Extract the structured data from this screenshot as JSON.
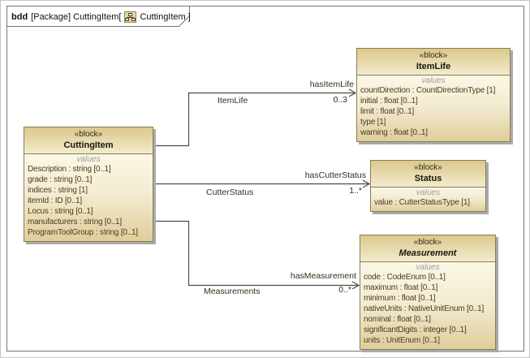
{
  "diagram": {
    "kind": "bdd",
    "header_text": "[Package] CuttingItem[",
    "header_diagram_name": "CuttingItem ]"
  },
  "blocks": {
    "cutting_item": {
      "stereotype": "«block»",
      "name": "CuttingItem",
      "compartment": "values",
      "attributes": [
        "Description : string [0..1]",
        "grade : string [0..1]",
        "indices : string [1]",
        "itemId : ID [0..1]",
        "Locus : string [0..1]",
        "manufacturers : string [0..1]",
        "ProgramToolGroup : string [0..1]"
      ]
    },
    "item_life": {
      "stereotype": "«block»",
      "name": "ItemLife",
      "compartment": "values",
      "attributes": [
        "countDirection : CountDirectionType [1]",
        "initial : float [0..1]",
        "limit : float [0..1]",
        "type [1]",
        "warning : float [0..1]"
      ]
    },
    "status": {
      "stereotype": "«block»",
      "name": "Status",
      "compartment": "values",
      "attributes": [
        "value : CutterStatusType [1]"
      ]
    },
    "measurement": {
      "stereotype": "«block»",
      "name": "Measurement",
      "compartment": "values",
      "attributes": [
        "code : CodeEnum [0..1]",
        "maximum : float [0..1]",
        "minimum : float [0..1]",
        "nativeUnits : NativeUnitEnum [0..1]",
        "nominal : float [0..1]",
        "significantDigits : integer [0..1]",
        "units : UnitEnum [0..1]"
      ]
    }
  },
  "connectors": {
    "item_life": {
      "name": "hasItemLife",
      "role": "ItemLife",
      "multiplicity": "0..3"
    },
    "cutter_status": {
      "name": "hasCutterStatus",
      "role": "CutterStatus",
      "multiplicity": "1..*"
    },
    "measurement": {
      "name": "hasMeasurement",
      "role": "Measurements",
      "multiplicity": "0..*"
    }
  },
  "colors": {
    "block_border": "#8b7b51",
    "block_fill_dark": "#dac88c",
    "block_fill_light": "#fbf7e6",
    "frame_border": "#757575",
    "connector_line": "#4c4c4c",
    "attribute_text": "#4e3a1e"
  }
}
